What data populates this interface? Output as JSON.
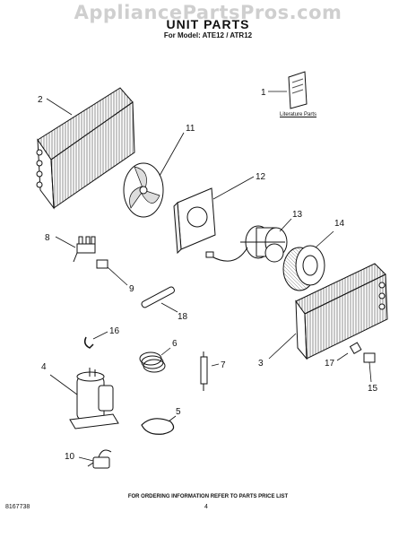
{
  "watermark": "AppliancePartsPros.com",
  "header": {
    "title": "UNIT PARTS",
    "model": "For Model: ATE12 / ATR12"
  },
  "literature_label": "Literature Parts",
  "callouts": [
    "1",
    "2",
    "3",
    "4",
    "5",
    "6",
    "7",
    "8",
    "9",
    "10",
    "11",
    "12",
    "13",
    "14",
    "15",
    "16",
    "17",
    "18"
  ],
  "footer": {
    "ordering_note": "FOR ORDERING INFORMATION REFER TO PARTS PRICE LIST",
    "doc_number": "8167738",
    "page_number": "4"
  }
}
